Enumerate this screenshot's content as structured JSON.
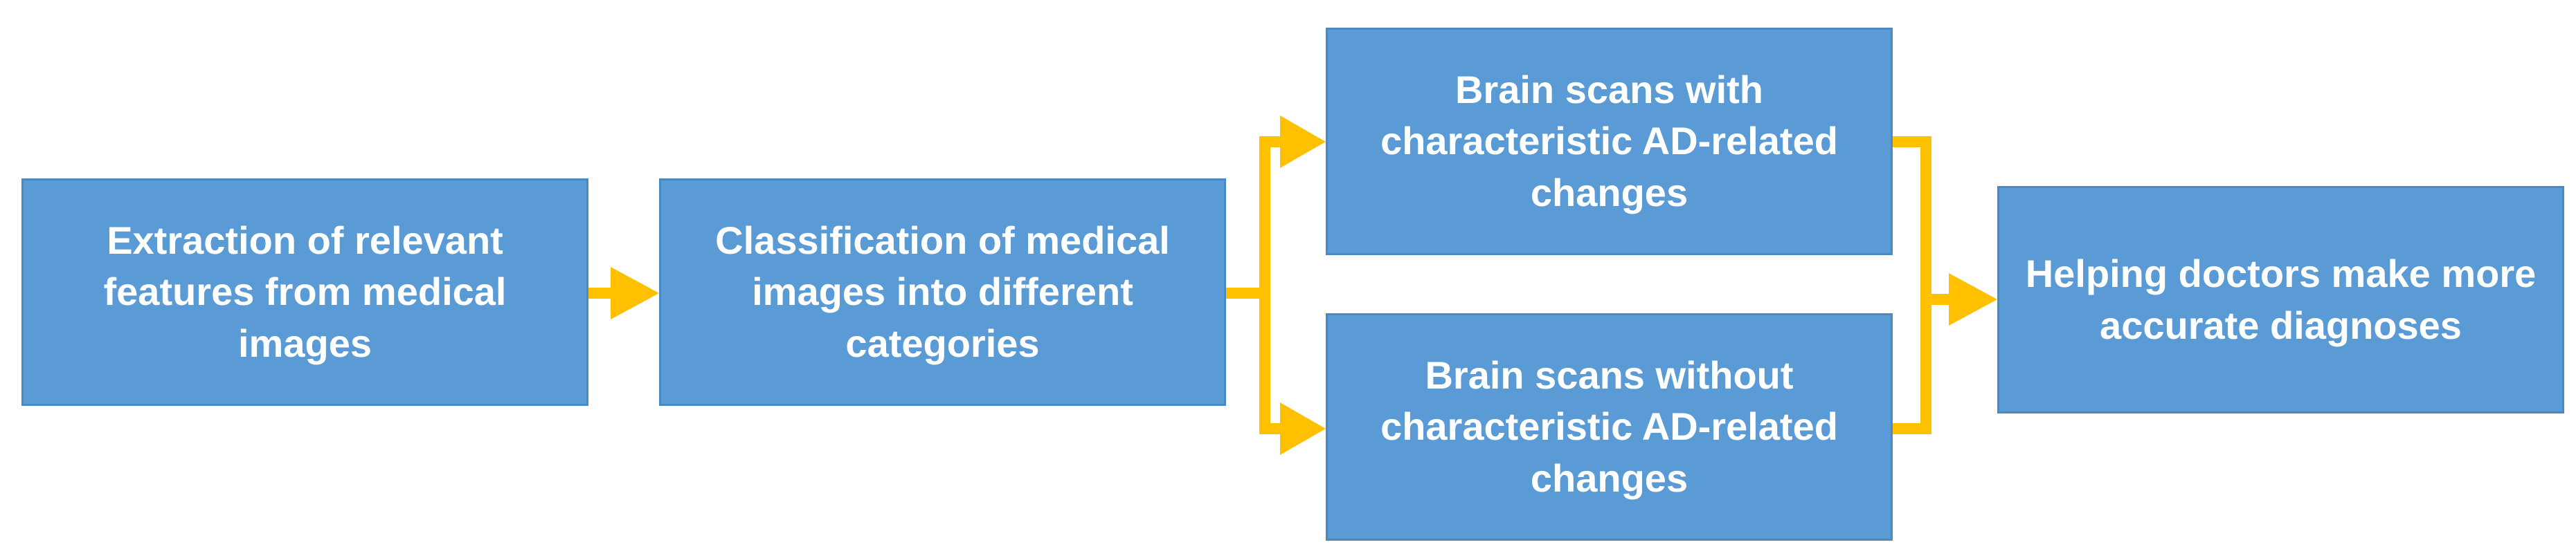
{
  "colors": {
    "box_fill": "#5b9bd5",
    "box_text": "#ffffff",
    "connector": "#ffc000"
  },
  "boxes": {
    "extraction": "Extraction of relevant features from medical images",
    "classification": "Classification of medical images into different categories",
    "with_changes": "Brain scans with characteristic AD-related changes",
    "without_changes": "Brain scans without characteristic AD-related changes",
    "helping": "Helping doctors make more accurate diagnoses"
  }
}
